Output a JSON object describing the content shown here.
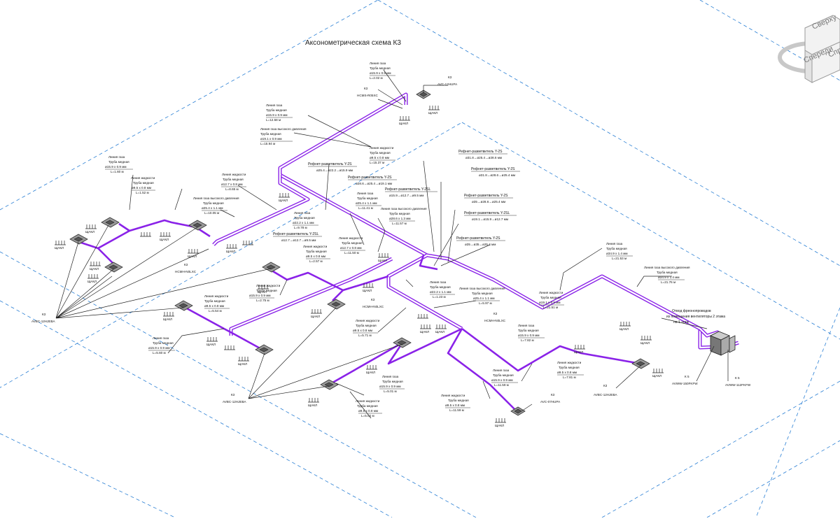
{
  "title": "Аксонометрическая схема К3",
  "viewcube": {
    "top": "Сверху",
    "front": "Спереди",
    "right": "Справа"
  },
  "tags": {
    "k3": "К3",
    "k5": "К 5",
    "drain": "ЩАКЛ"
  },
  "units": {
    "ahu_left": "AVBC-12HJEBA",
    "ahu_bottom": "AVBC-12HJEBA",
    "ahu_right": "AVBC-12HJEBA",
    "top": "AVC-12HUPA",
    "bottom_center": "AVC-07HUPA",
    "outdoor_1": "AVWW-150FKFW",
    "outdoor_2": "AVWW-112FKFW",
    "hcmh_top": "HCMS-R05XC",
    "hcmh_left": "HCMH-N0LXC",
    "hcmh_center": "HCMH-N0LXC",
    "hcmh_right": "HCMH-N0LXC"
  },
  "notes": {
    "top_gas": [
      "Линия газа",
      "Труба медная",
      "ø15.9 x 0.9 мм",
      "L=2.02 м"
    ],
    "upper_gas": [
      "Линия газа",
      "Труба медная",
      "ø15.9 x 0.9 мм",
      "L=12.58 м"
    ],
    "upper_hp_gas": [
      "Линия газа высокого давления",
      "Труба медная",
      "ø19.1 x 0.9 мм",
      "L=15.94 м"
    ],
    "upper_liquid": [
      "Линия жидкости",
      "Труба медная",
      "ø9.5 x 0.8 мм",
      "L=15.37 м"
    ],
    "left_gas": [
      "Линия газа",
      "Труба медная",
      "ø15.9 x 0.9 мм",
      "L=1.60 м"
    ],
    "left_liquid": [
      "Линия жидкости",
      "Труба медная",
      "ø9.5 x 0.8 мм",
      "L=1.52 м"
    ],
    "mid_liquid": [
      "Линия жидкости",
      "Труба медная",
      "ø12.7 x 0.8 мм",
      "L=8.65 м"
    ],
    "mid_hp_gas": [
      "Линия газа высокого давления",
      "Труба медная",
      "ø25.4 x 1.1 мм",
      "L=10.05 м"
    ],
    "ref_a": [
      "Рефнет-разветвитель  Y-2S",
      "ø25.4→ø22.2→ø15.9 мм"
    ],
    "ref_b": [
      "Рефнет-разветвитель  Y-2S",
      "ø28.6→ø25.4→ø19.1 мм"
    ],
    "ref_c": [
      "Рефнет-разветвитель  Y-2SL",
      "ø15.9→ø12.7→ø9.5 мм"
    ],
    "ref_d": [
      "Рефнет-разветвитель  Y-2SL",
      "ø12.7→ø12.7→ø9.5 мм"
    ],
    "ref_e": [
      "Рефнет-разветвитель  Y-2S",
      "ø31.8→ø25.4→ø28.6 мм"
    ],
    "ref_f": [
      "Рефнет-разветвитель  Y-2S",
      "ø31.8→ø28.6→ø25.4 мм"
    ],
    "ref_g": [
      "Рефнет-разветвитель  Y-2S",
      "ø35→ø28.6→ø25.4 мм"
    ],
    "ref_h": [
      "Рефнет-разветвитель  Y-2SL",
      "ø19.1→ø15.9→ø12.7 мм"
    ],
    "ref_i": [
      "Рефнет-разветвитель  Y-2S",
      "ø35→ø35→ø25.4 мм"
    ],
    "gas_mid": [
      "Линия газа",
      "Труба медная",
      "ø22.2 x 1.1 мм",
      "L=9.78 м"
    ],
    "gas_mid2": [
      "Линия газа",
      "Труба медная",
      "ø25.4 x 1.1 мм",
      "L=11.41 м"
    ],
    "hp_gas_mid": [
      "Линия газа высокого давления",
      "Труба медная",
      "ø28.6 x 1.3 мм",
      "L=11.57 м"
    ],
    "liq_mid": [
      "Линия жидкости",
      "Труба медная",
      "ø12.7 x 0.8 мм",
      "L=11.50 м"
    ],
    "liq_center": [
      "Линия жидкости",
      "Труба медная",
      "ø9.5 x 0.8 мм",
      "L=2.57 м"
    ],
    "liq_left2": [
      "Линия жидкости",
      "Труба медная",
      "ø15.9 x 0.9 мм",
      "L=2.75 м"
    ],
    "liq_left3": [
      "Линия жидкости",
      "Труба медная",
      "ø9.5 x 0.8 мм",
      "L=5.54 м"
    ],
    "gas_left4": [
      "Линия газа",
      "Труба медная",
      "ø15.9 x 0.9 мм",
      "L=5.60 м"
    ],
    "gas_center": [
      "Линия газа",
      "Труба медная",
      "ø22.2 x 1.1 мм",
      "L=1.23 м"
    ],
    "hp_center": [
      "Линия газа высокого давления",
      "Труба медная",
      "ø25.4 x 1.1 мм",
      "L=5.97 м"
    ],
    "liq_center2": [
      "Линия жидкости",
      "Труба медная",
      "ø9.5 x 0.8 мм",
      "L=5.71 м"
    ],
    "gas_right": [
      "Линия газа",
      "Труба медная",
      "ø34.9 x 1.4 мм",
      "L=21.53 м"
    ],
    "hp_right": [
      "Линия газа высокого давления",
      "Труба медная",
      "ø34.9 x 1.4 мм",
      "L=21.76 м"
    ],
    "liq_right": [
      "Линия жидкости",
      "Труба медная",
      "ø19.1 x 0.9 мм",
      "L=21.51 м"
    ],
    "gas_right2": [
      "Линия газа",
      "Труба медная",
      "ø15.9 x 0.9 мм",
      "L=7.82 м"
    ],
    "liq_right2": [
      "Линия жидкости",
      "Труба медная",
      "ø9.5 x 0.8 мм",
      "L=7.81 м"
    ],
    "gas_bc": [
      "Линия газа",
      "Труба медная",
      "ø15.9 x 0.9 мм",
      "L=11.59 м"
    ],
    "liq_bc": [
      "Линия жидкости",
      "Труба медная",
      "ø9.5 x 0.8 мм",
      "L=11.59 м"
    ],
    "gas_bl": [
      "Линия газа",
      "Труба медная",
      "ø15.9 x 0.9 мм",
      "L=5.01 м"
    ],
    "liq_bl": [
      "Линия жидкости",
      "Труба медная",
      "ø9.5 x 0.8 мм",
      "L=5.02 м"
    ],
    "drop": [
      "Отвод фреонопроводов",
      "из помещения вентиляторы 2 этажа",
      "на 1 этаж"
    ]
  },
  "colors": {
    "pipe": "#8a22e8",
    "grid": "#2a7fd4",
    "background": "#ffffff"
  }
}
